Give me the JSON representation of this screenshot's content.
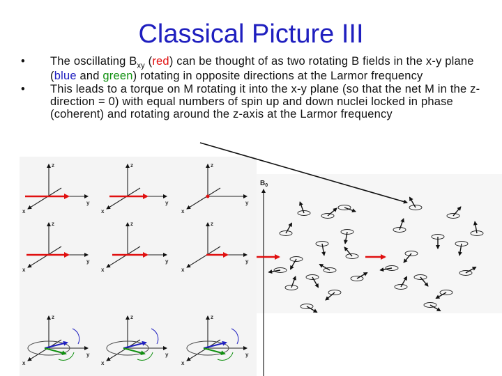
{
  "title": "Classical Picture III",
  "bullets": [
    {
      "p1": "The oscillating B",
      "sub": "xy",
      "p2": " (",
      "red": "red",
      "p3": ") can be thought of as two rotating B fields in the x-y plane (",
      "blue": "blue",
      "p4": " and ",
      "green": "green",
      "p5": ") rotating in opposite directions at the Larmor frequency"
    },
    {
      "text": "This leads to a torque on M rotating it into the x-y plane (so that the net M in the z-direction = 0) with equal numbers of spin up and down nuclei locked in phase (coherent) and rotating around the z-axis at the Larmor frequency"
    }
  ],
  "axis_labels": {
    "x": "x",
    "y": "y",
    "z": "z"
  },
  "b0_label": "B",
  "b0_sub": "0",
  "colors": {
    "title": "#1f1fbf",
    "red": "#e01010",
    "blue": "#2020c0",
    "green": "#109010"
  }
}
